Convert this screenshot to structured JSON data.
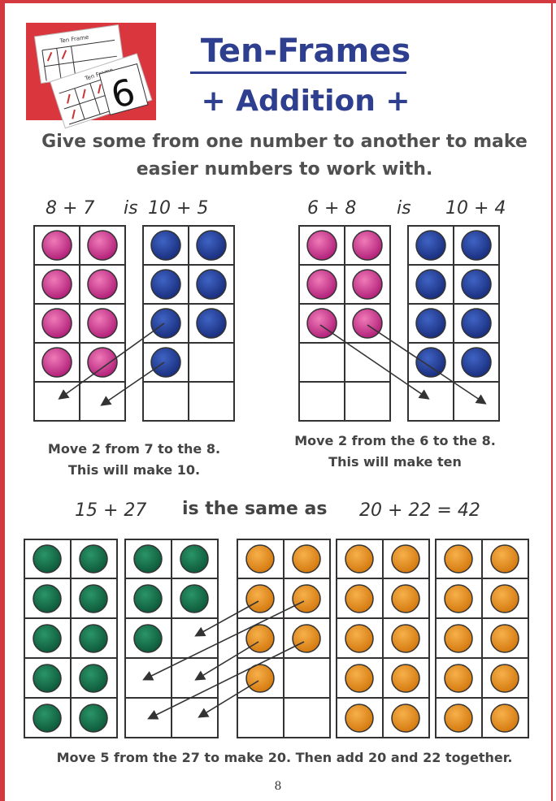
{
  "title": "Ten-Frames",
  "subtitle": "+ Addition +",
  "instruction": "Give some from one number to another to make easier numbers to work with.",
  "logo": {
    "card_title_1": "Ten Frame",
    "card_title_2": "Ten Frame",
    "number": "6"
  },
  "example1": {
    "equation_left": "8 + 7",
    "is_word": "is",
    "equation_right": "10 + 5",
    "caption_line1": "Move 2 from 7 to the 8.",
    "caption_line2": "This will make 10."
  },
  "example2": {
    "equation_left": "6 + 8",
    "is_word": "is",
    "equation_right": "10 + 4",
    "caption_line1": "Move 2 from the 6 to the 8.",
    "caption_line2": "This will make ten"
  },
  "example3": {
    "equation_left": "15 + 27",
    "same_as": "is the same as",
    "equation_right": "20 + 22 = 42",
    "caption": "Move 5 from the 27 to make 20. Then add 20 and 22 together."
  },
  "colors": {
    "magenta": "#c0307f",
    "blue": "#1f3f9a",
    "green": "#136f4a",
    "orange": "#e08a1e",
    "border": "#d23a40",
    "title": "#2f3f8f"
  },
  "page_number": "8"
}
